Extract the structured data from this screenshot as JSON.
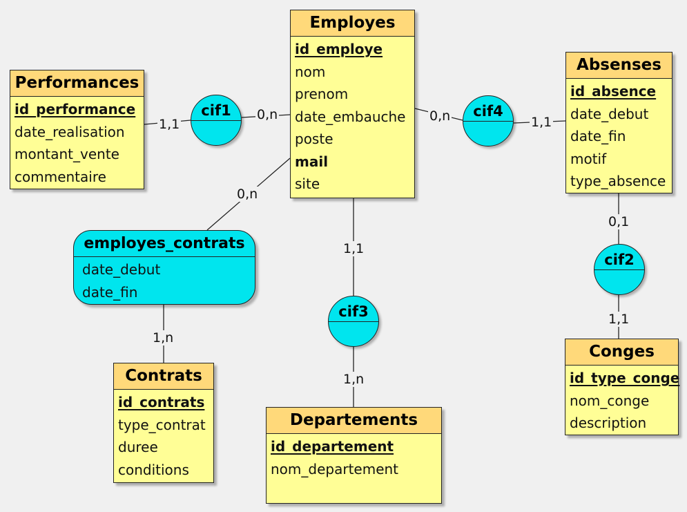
{
  "colors": {
    "background": "#f0f0f0",
    "entity_fill": "#fffe96",
    "entity_header": "#ffd97a",
    "association_fill": "#00e5ee",
    "line": "#222222"
  },
  "entities": {
    "employes": {
      "name": "Employes",
      "attributes": [
        {
          "text": "id_employe",
          "role": "key"
        },
        {
          "text": "nom"
        },
        {
          "text": "prenom"
        },
        {
          "text": "date_embauche"
        },
        {
          "text": "poste"
        },
        {
          "text": "mail",
          "role": "bold"
        },
        {
          "text": "site"
        }
      ]
    },
    "performances": {
      "name": "Performances",
      "attributes": [
        {
          "text": "id_performance",
          "role": "key"
        },
        {
          "text": "date_realisation"
        },
        {
          "text": "montant_vente"
        },
        {
          "text": "commentaire"
        }
      ]
    },
    "absenses": {
      "name": "Absenses",
      "attributes": [
        {
          "text": "id_absence",
          "role": "key"
        },
        {
          "text": "date_debut"
        },
        {
          "text": "date_fin"
        },
        {
          "text": "motif"
        },
        {
          "text": "type_absence"
        }
      ]
    },
    "contrats": {
      "name": "Contrats",
      "attributes": [
        {
          "text": "id_contrats",
          "role": "key"
        },
        {
          "text": "type_contrat"
        },
        {
          "text": "duree"
        },
        {
          "text": "conditions"
        }
      ]
    },
    "departements": {
      "name": "Departements",
      "attributes": [
        {
          "text": "id_departement",
          "role": "key"
        },
        {
          "text": "nom_departement"
        }
      ]
    },
    "conges": {
      "name": "Conges",
      "attributes": [
        {
          "text": "id_type_conge",
          "role": "key"
        },
        {
          "text": "nom_conge"
        },
        {
          "text": "description"
        }
      ]
    }
  },
  "associations": {
    "cif1": {
      "name": "cif1"
    },
    "cif2": {
      "name": "cif2"
    },
    "cif3": {
      "name": "cif3"
    },
    "cif4": {
      "name": "cif4"
    },
    "employes_contrats": {
      "name": "employes_contrats",
      "attributes": [
        {
          "text": "date_debut"
        },
        {
          "text": "date_fin"
        }
      ]
    }
  },
  "cardinalities": {
    "performances_cif1": "1,1",
    "cif1_employes": "0,n",
    "employes_cif4": "0,n",
    "cif4_absenses": "1,1",
    "employes_empcontrats": "0,n",
    "employes_cif3": "1,1",
    "cif3_departements": "1,n",
    "empcontrats_contrats": "1,n",
    "absenses_cif2": "0,1",
    "cif2_conges": "1,1"
  }
}
